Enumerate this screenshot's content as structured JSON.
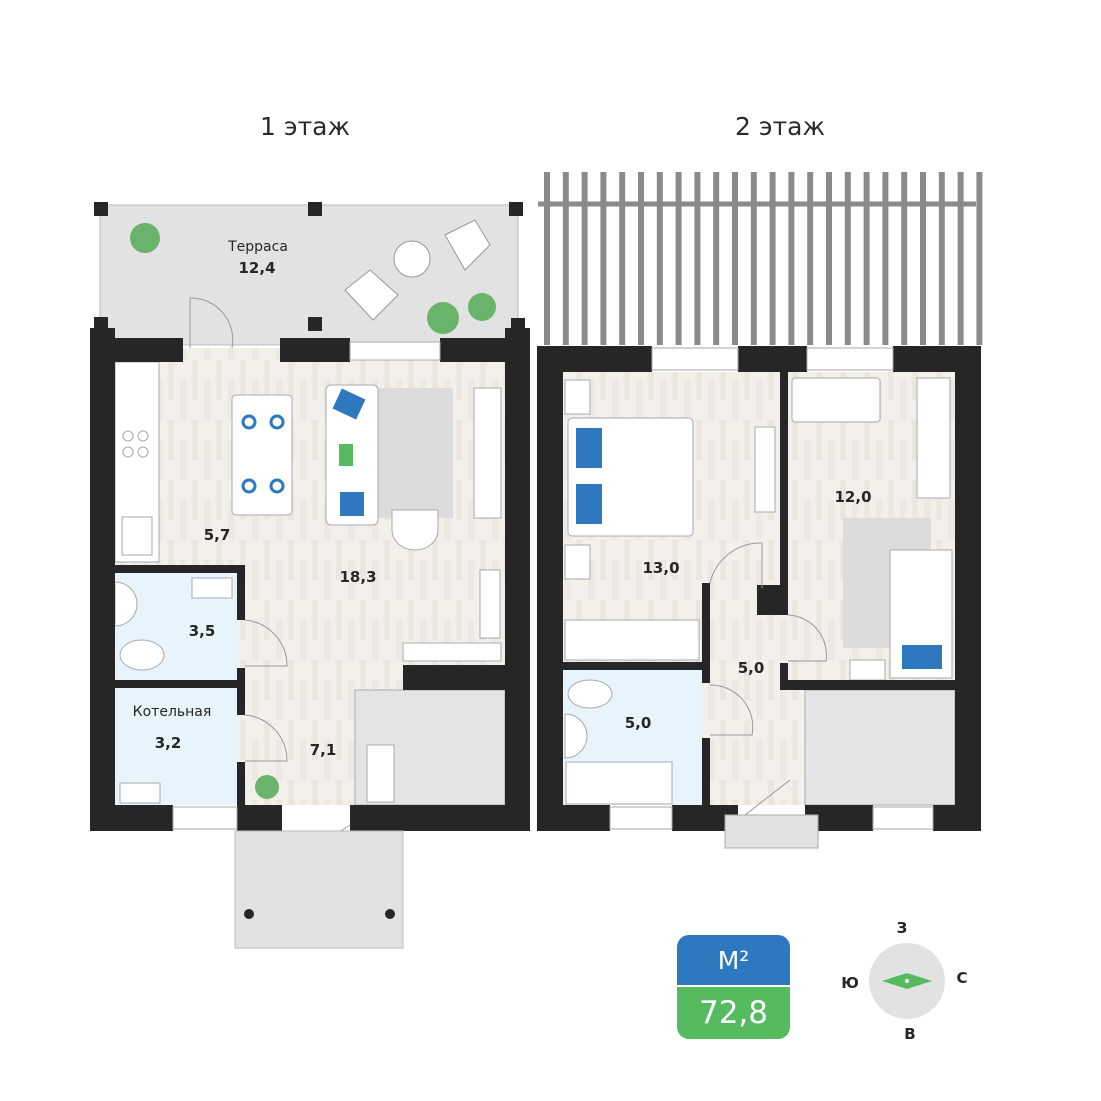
{
  "floors": [
    {
      "title": "1 этаж"
    },
    {
      "title": "2 этаж"
    }
  ],
  "rooms_floor1": {
    "terrace_name": "Терраса",
    "terrace_area": "12,4",
    "kitchen_area": "5,7",
    "living_area": "18,3",
    "bathroom_area": "3,5",
    "boiler_name": "Котельная",
    "boiler_area": "3,2",
    "hall_area": "7,1"
  },
  "rooms_floor2": {
    "bedroom1_area": "13,0",
    "bedroom2_area": "12,0",
    "bathroom_area": "5,0",
    "corridor_area": "5,0"
  },
  "area_badge": {
    "unit": "М²",
    "value": "72,8"
  },
  "compass": {
    "north": "С",
    "south": "Ю",
    "west": "З",
    "east": "В"
  },
  "colors": {
    "wall": "#262626",
    "wet_room": "#e8f4fc",
    "terrace": "#e2e2e2",
    "unit_bg": "#2e78bf",
    "value_bg": "#56bb5f",
    "accent_pillow": "#2e78bf",
    "plant": "#6ab36a"
  }
}
